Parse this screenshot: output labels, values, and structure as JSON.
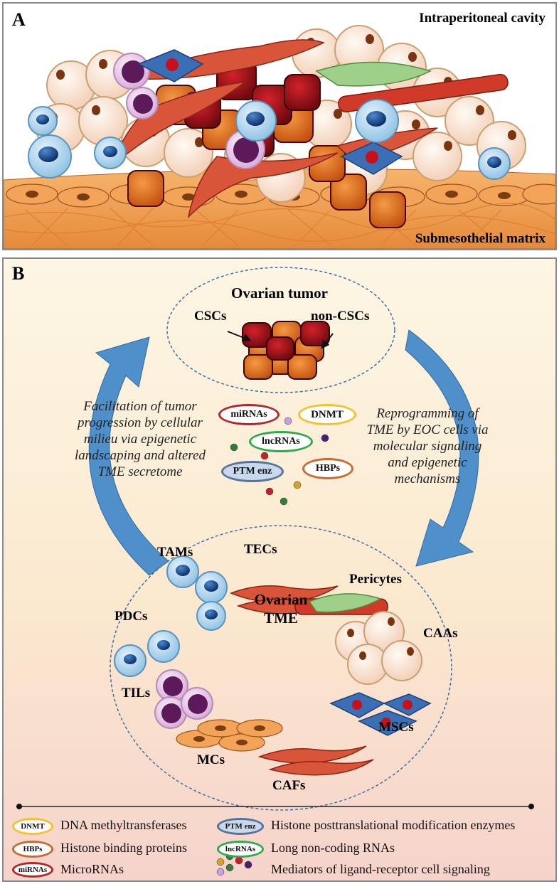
{
  "panel_a": {
    "label": "A",
    "top_label": "Intraperitoneal cavity",
    "bottom_label": "Submesothelial matrix"
  },
  "panel_b": {
    "label": "B",
    "tumor_title": "Ovarian tumor",
    "cscs": "CSCs",
    "non_cscs": "non-CSCs",
    "left_text": [
      "Facilitation of tumor",
      "progression by cellular",
      "milieu via epigenetic",
      "landscaping and altered",
      "TME secretome"
    ],
    "right_text": [
      "Reprogramming of",
      "TME by EOC cells via",
      "molecular signaling",
      "and epigenetic",
      "mechanisms"
    ],
    "mediators": {
      "mirnas": "miRNAs",
      "dnmt": "DNMT",
      "lncrnas": "lncRNAs",
      "ptm": "PTM enz",
      "hbps": "HBPs"
    },
    "tme_title": [
      "Ovarian",
      "TME"
    ],
    "cell_types": {
      "tecs": "TECs",
      "tams": "TAMs",
      "pericytes": "Pericytes",
      "pdcs": "PDCs",
      "caas": "CAAs",
      "tils": "TILs",
      "mscs": "MSCs",
      "mcs": "MCs",
      "cafs": "CAFs"
    }
  },
  "legend": [
    {
      "tag": "DNMT",
      "text": "DNA methyltransferases",
      "color": "#f2c230"
    },
    {
      "tag": "PTM enz",
      "text": "Histone posttranslational modification enzymes",
      "color": "#55739a"
    },
    {
      "tag": "HBPs",
      "text": "Histone binding proteins",
      "color": "#c86a32"
    },
    {
      "tag": "lncRNAs",
      "text": "Long non-coding RNAs",
      "color": "#2faa4a"
    },
    {
      "tag": "miRNAs",
      "text": "MicroRNAs",
      "color": "#b5262a"
    },
    {
      "tag": "",
      "text": "Mediators of ligand-receptor cell signaling",
      "color": "#6a3d8a"
    }
  ],
  "colors": {
    "arrow": "#4f8fca",
    "tumor_dark": "#8c0f14",
    "tumor_light": "#e86a1c",
    "mesothelial": "#f0a35a",
    "adipocyte": "#fbe3d2",
    "macrophage": "#a9d2ec",
    "fibroblast": "#d9553a",
    "pericyte": "#9fd08a",
    "til": "#5c1a5a",
    "msc": "#3b6fb5"
  }
}
